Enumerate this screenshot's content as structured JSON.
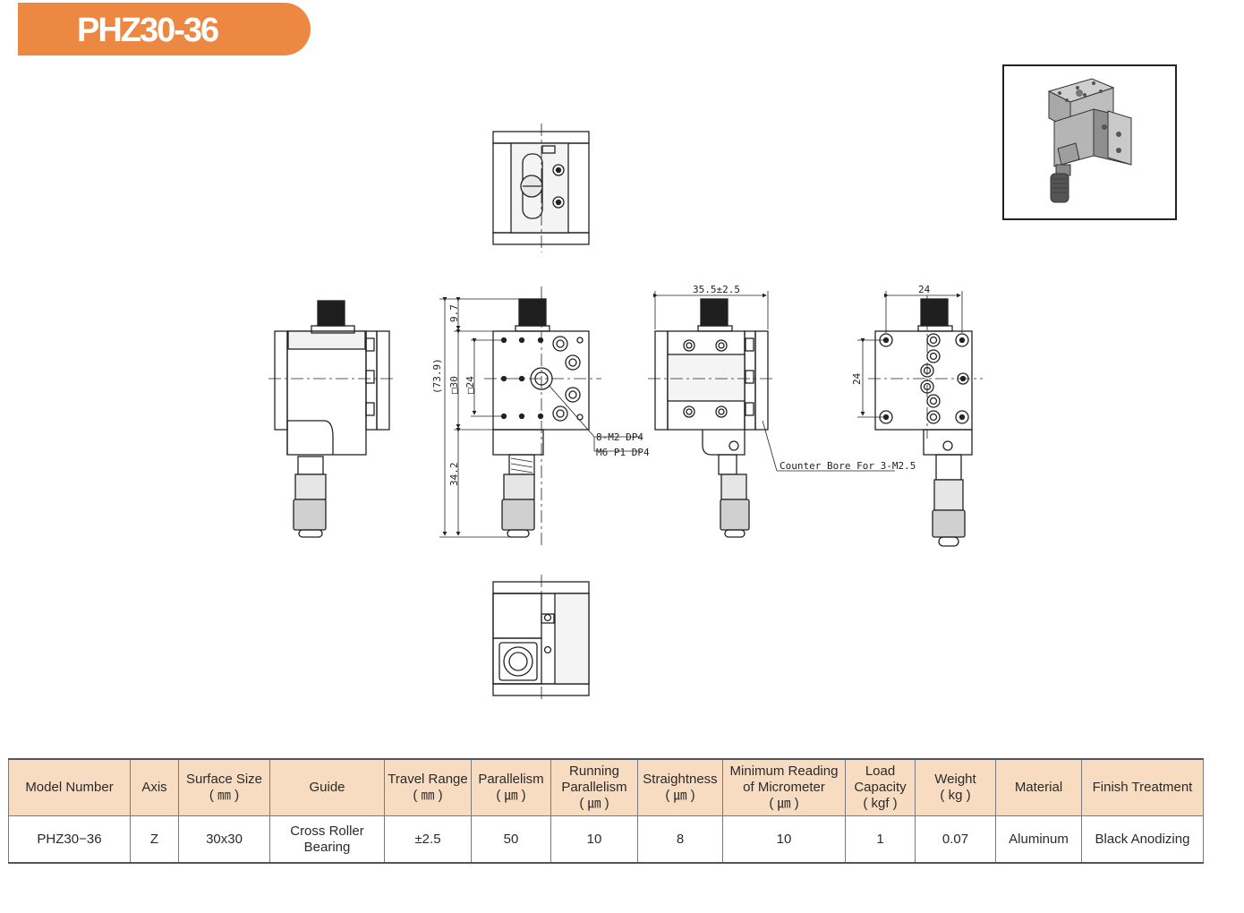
{
  "title": "PHZ30-36",
  "drawing_labels": {
    "width_dim": "35.5±2.5",
    "top_dim_right": "24",
    "side_dim_right": "24",
    "height_total": "(73.9)",
    "height_top": "9.7",
    "height_bottom": "34.2",
    "square_30": "□30",
    "square_24": "□24",
    "hole_note_1": "8-M2 DP4",
    "hole_note_2": "M6 P1 DP4",
    "counter_bore": "Counter Bore For 3-M2.5"
  },
  "table": {
    "headers": [
      [
        "Model Number"
      ],
      [
        "Axis"
      ],
      [
        "Surface Size",
        "( ㎜ )"
      ],
      [
        "Guide"
      ],
      [
        "Travel Range",
        "( ㎜ )"
      ],
      [
        "Parallelism",
        "( ㎛ )"
      ],
      [
        "Running",
        "Parallelism",
        "( ㎛ )"
      ],
      [
        "Straightness",
        "( ㎛ )"
      ],
      [
        "Minimum Reading",
        "of Micrometer",
        "( ㎛ )"
      ],
      [
        "Load",
        "Capacity",
        "( kgf )"
      ],
      [
        "Weight",
        "( kg )"
      ],
      [
        "Material"
      ],
      [
        "Finish Treatment"
      ]
    ],
    "rows": [
      [
        [
          "PHZ30−36"
        ],
        [
          "Z"
        ],
        [
          "30x30"
        ],
        [
          "Cross Roller",
          "Bearing"
        ],
        [
          "±2.5"
        ],
        [
          "50"
        ],
        [
          "10"
        ],
        [
          "8"
        ],
        [
          "10"
        ],
        [
          "1"
        ],
        [
          "0.07"
        ],
        [
          "Aluminum"
        ],
        [
          "Black Anodizing"
        ]
      ]
    ]
  },
  "colors": {
    "accent": "#ec8842",
    "header_bg": "#f8dcc2"
  }
}
